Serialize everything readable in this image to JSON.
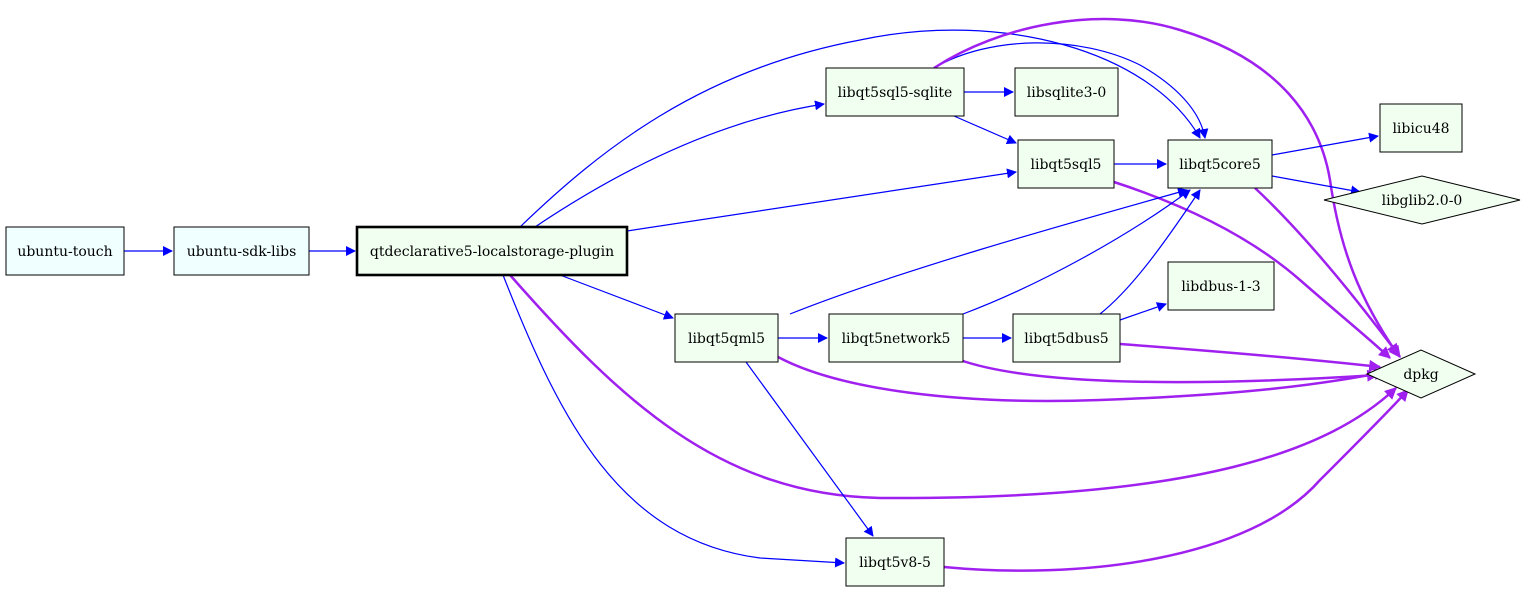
{
  "graph": {
    "colors": {
      "node_fill_root": "#f0ffff",
      "node_fill": "#f0fff0",
      "node_stroke": "#000000",
      "edge_depends": "#0000ff",
      "edge_predepends": "#a020f0"
    },
    "nodes": [
      {
        "id": "ubuntu-touch",
        "label": "ubuntu-touch",
        "shape": "box",
        "style": "root"
      },
      {
        "id": "ubuntu-sdk-libs",
        "label": "ubuntu-sdk-libs",
        "shape": "box",
        "style": "root"
      },
      {
        "id": "qtdeclarative5-localstorage-plugin",
        "label": "qtdeclarative5-localstorage-plugin",
        "shape": "box",
        "style": "focus"
      },
      {
        "id": "libqt5sql5-sqlite",
        "label": "libqt5sql5-sqlite",
        "shape": "box",
        "style": "dep"
      },
      {
        "id": "libsqlite3-0",
        "label": "libsqlite3-0",
        "shape": "box",
        "style": "dep"
      },
      {
        "id": "libqt5sql5",
        "label": "libqt5sql5",
        "shape": "box",
        "style": "dep"
      },
      {
        "id": "libqt5core5",
        "label": "libqt5core5",
        "shape": "box",
        "style": "dep"
      },
      {
        "id": "libicu48",
        "label": "libicu48",
        "shape": "box",
        "style": "dep"
      },
      {
        "id": "libglib2.0-0",
        "label": "libglib2.0-0",
        "shape": "diamond",
        "style": "dep"
      },
      {
        "id": "libdbus-1-3",
        "label": "libdbus-1-3",
        "shape": "box",
        "style": "dep"
      },
      {
        "id": "libqt5qml5",
        "label": "libqt5qml5",
        "shape": "box",
        "style": "dep"
      },
      {
        "id": "libqt5network5",
        "label": "libqt5network5",
        "shape": "box",
        "style": "dep"
      },
      {
        "id": "libqt5dbus5",
        "label": "libqt5dbus5",
        "shape": "box",
        "style": "dep"
      },
      {
        "id": "dpkg",
        "label": "dpkg",
        "shape": "diamond",
        "style": "dep"
      },
      {
        "id": "libqt5v8-5",
        "label": "libqt5v8-5",
        "shape": "box",
        "style": "dep"
      }
    ],
    "edges": [
      {
        "from": "ubuntu-touch",
        "to": "ubuntu-sdk-libs",
        "kind": "depends"
      },
      {
        "from": "ubuntu-sdk-libs",
        "to": "qtdeclarative5-localstorage-plugin",
        "kind": "depends"
      },
      {
        "from": "qtdeclarative5-localstorage-plugin",
        "to": "libqt5sql5-sqlite",
        "kind": "depends"
      },
      {
        "from": "qtdeclarative5-localstorage-plugin",
        "to": "libqt5core5",
        "kind": "depends"
      },
      {
        "from": "qtdeclarative5-localstorage-plugin",
        "to": "libqt5sql5",
        "kind": "depends"
      },
      {
        "from": "qtdeclarative5-localstorage-plugin",
        "to": "libqt5qml5",
        "kind": "depends"
      },
      {
        "from": "qtdeclarative5-localstorage-plugin",
        "to": "libqt5v8-5",
        "kind": "depends"
      },
      {
        "from": "qtdeclarative5-localstorage-plugin",
        "to": "dpkg",
        "kind": "pre-depends"
      },
      {
        "from": "libqt5sql5-sqlite",
        "to": "libsqlite3-0",
        "kind": "depends"
      },
      {
        "from": "libqt5sql5-sqlite",
        "to": "libqt5sql5",
        "kind": "depends"
      },
      {
        "from": "libqt5sql5-sqlite",
        "to": "libqt5core5",
        "kind": "depends"
      },
      {
        "from": "libqt5sql5-sqlite",
        "to": "dpkg",
        "kind": "pre-depends"
      },
      {
        "from": "libqt5sql5",
        "to": "libqt5core5",
        "kind": "depends"
      },
      {
        "from": "libqt5sql5",
        "to": "dpkg",
        "kind": "pre-depends"
      },
      {
        "from": "libqt5core5",
        "to": "libicu48",
        "kind": "depends"
      },
      {
        "from": "libqt5core5",
        "to": "libglib2.0-0",
        "kind": "depends"
      },
      {
        "from": "libqt5core5",
        "to": "dpkg",
        "kind": "pre-depends"
      },
      {
        "from": "libqt5qml5",
        "to": "libqt5core5",
        "kind": "depends"
      },
      {
        "from": "libqt5qml5",
        "to": "libqt5network5",
        "kind": "depends"
      },
      {
        "from": "libqt5qml5",
        "to": "libqt5v8-5",
        "kind": "depends"
      },
      {
        "from": "libqt5qml5",
        "to": "dpkg",
        "kind": "pre-depends"
      },
      {
        "from": "libqt5network5",
        "to": "libqt5core5",
        "kind": "depends"
      },
      {
        "from": "libqt5network5",
        "to": "libqt5dbus5",
        "kind": "depends"
      },
      {
        "from": "libqt5network5",
        "to": "dpkg",
        "kind": "pre-depends"
      },
      {
        "from": "libqt5dbus5",
        "to": "libqt5core5",
        "kind": "depends"
      },
      {
        "from": "libqt5dbus5",
        "to": "libdbus-1-3",
        "kind": "depends"
      },
      {
        "from": "libqt5dbus5",
        "to": "dpkg",
        "kind": "pre-depends"
      },
      {
        "from": "libqt5v8-5",
        "to": "dpkg",
        "kind": "pre-depends"
      }
    ]
  }
}
